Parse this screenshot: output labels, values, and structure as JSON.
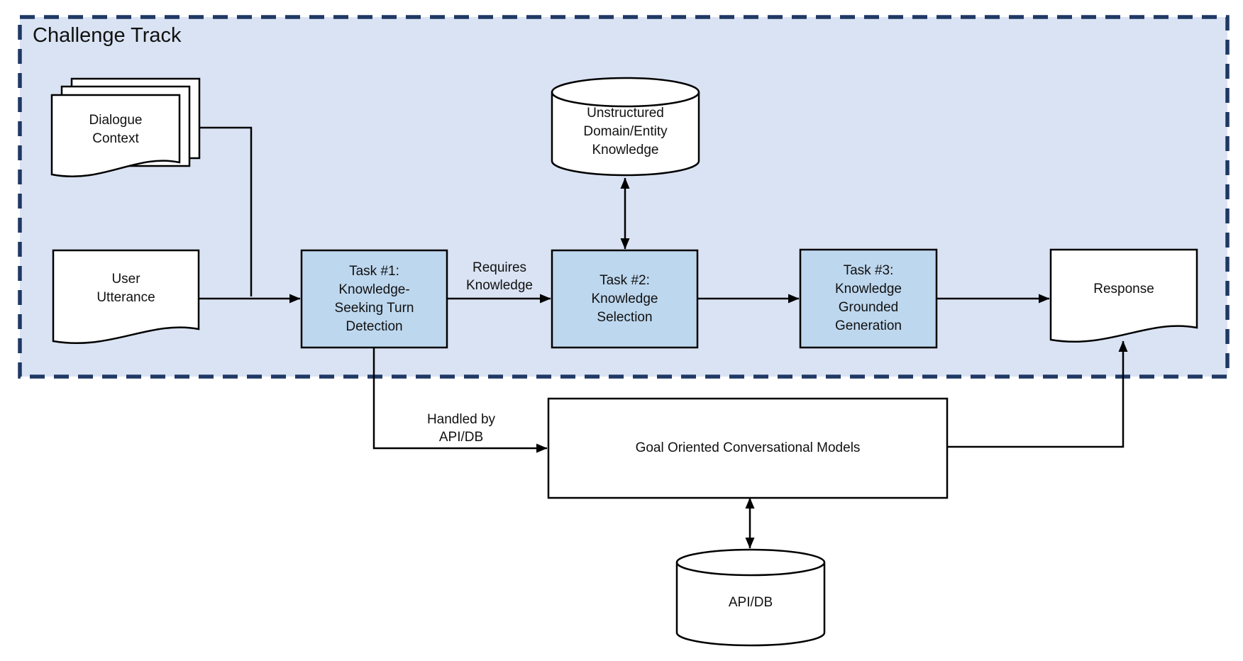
{
  "colors": {
    "canvas-bg": "#ffffff",
    "container-fill": "#dae3f3",
    "container-border": "#1f3864",
    "task-fill": "#bdd7ee",
    "shape-fill": "#ffffff",
    "line": "#000000",
    "text": "#111111"
  },
  "container": {
    "title": "Challenge Track"
  },
  "nodes": {
    "dialogue_context": {
      "lines": [
        "Dialogue",
        "Context"
      ]
    },
    "user_utterance": {
      "lines": [
        "User",
        "Utterance"
      ]
    },
    "task1": {
      "lines": [
        "Task #1:",
        "Knowledge-",
        "Seeking Turn",
        "Detection"
      ]
    },
    "task2": {
      "lines": [
        "Task #2:",
        "Knowledge",
        "Selection"
      ]
    },
    "task3": {
      "lines": [
        "Task #3:",
        "Knowledge",
        "Grounded",
        "Generation"
      ]
    },
    "unstructured_knowledge": {
      "lines": [
        "Unstructured",
        "Domain/Entity",
        "Knowledge"
      ]
    },
    "response": {
      "label": "Response"
    },
    "goal_models": {
      "label": "Goal Oriented Conversational Models"
    },
    "api_db": {
      "label": "API/DB"
    }
  },
  "edge_labels": {
    "requires_knowledge": {
      "lines": [
        "Requires",
        "Knowledge"
      ]
    },
    "handled_by": {
      "lines": [
        "Handled by",
        "API/DB"
      ]
    }
  }
}
